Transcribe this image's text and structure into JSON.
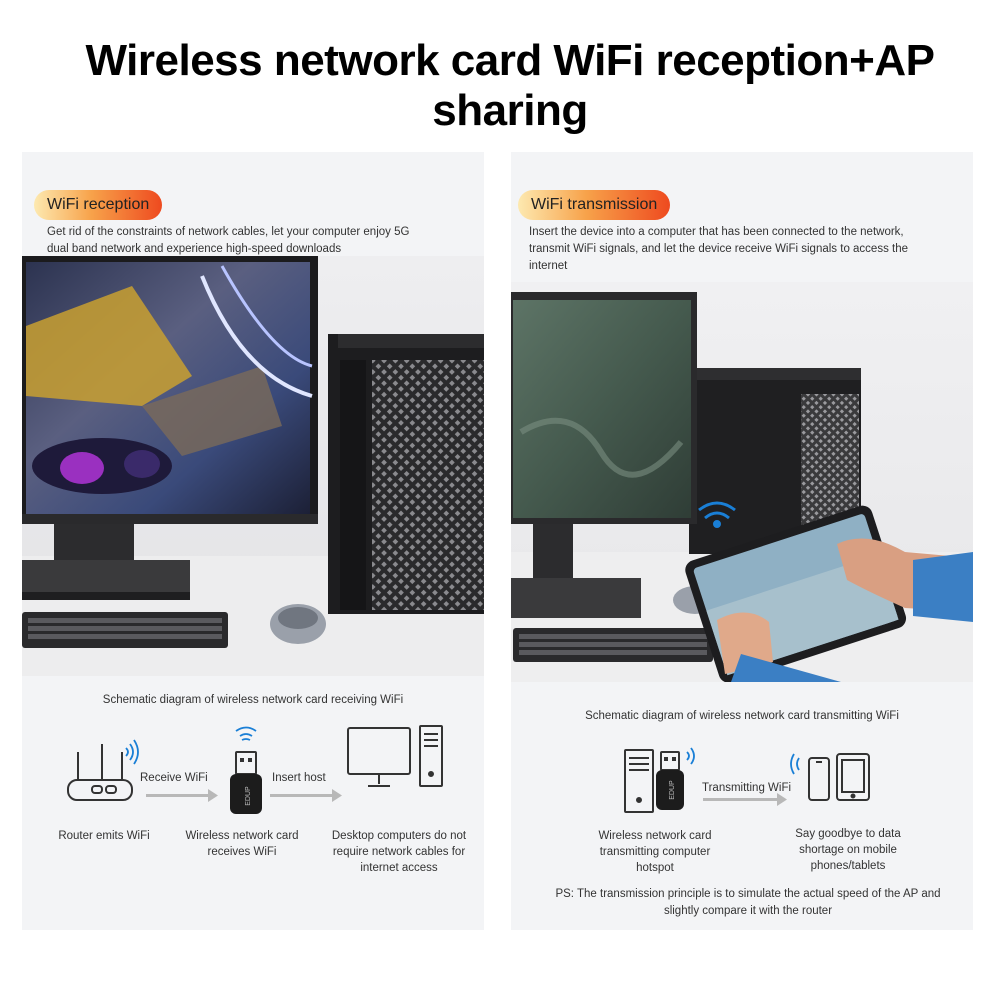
{
  "title": "Wireless network card WiFi reception+AP sharing",
  "left": {
    "badge": "WiFi reception",
    "description": "Get rid of the constraints of network cables, let your computer enjoy 5G dual band network and experience high-speed downloads",
    "diagram_title": "Schematic diagram of wireless network card receiving WiFi",
    "arrow1_label": "Receive WiFi",
    "arrow2_label": "Insert host",
    "caption_router": "Router emits WiFi",
    "caption_card": "Wireless network card receives WiFi",
    "caption_desktop": "Desktop computers do not require network cables for internet access",
    "adapter_brand": "EDUP"
  },
  "right": {
    "badge": "WiFi transmission",
    "description": "Insert the device into a computer that has been connected to the network, transmit WiFi signals, and let the device receive WiFi signals to access the internet",
    "diagram_title": "Schematic diagram of wireless network card transmitting WiFi",
    "arrow_label": "Transmitting WiFi",
    "caption_hotspot": "Wireless network card transmitting computer hotspot",
    "caption_mobile": "Say goodbye to data shortage on mobile phones/tablets",
    "ps": "PS: The transmission principle is to simulate the actual speed of the AP and slightly compare it with the router",
    "adapter_brand": "EDUP"
  },
  "colors": {
    "badge_gradient_start": "#fde9b0",
    "badge_gradient_end": "#ee4a1f",
    "panel_bg": "#f3f4f6",
    "wifi_signal": "#1a7fd6"
  }
}
